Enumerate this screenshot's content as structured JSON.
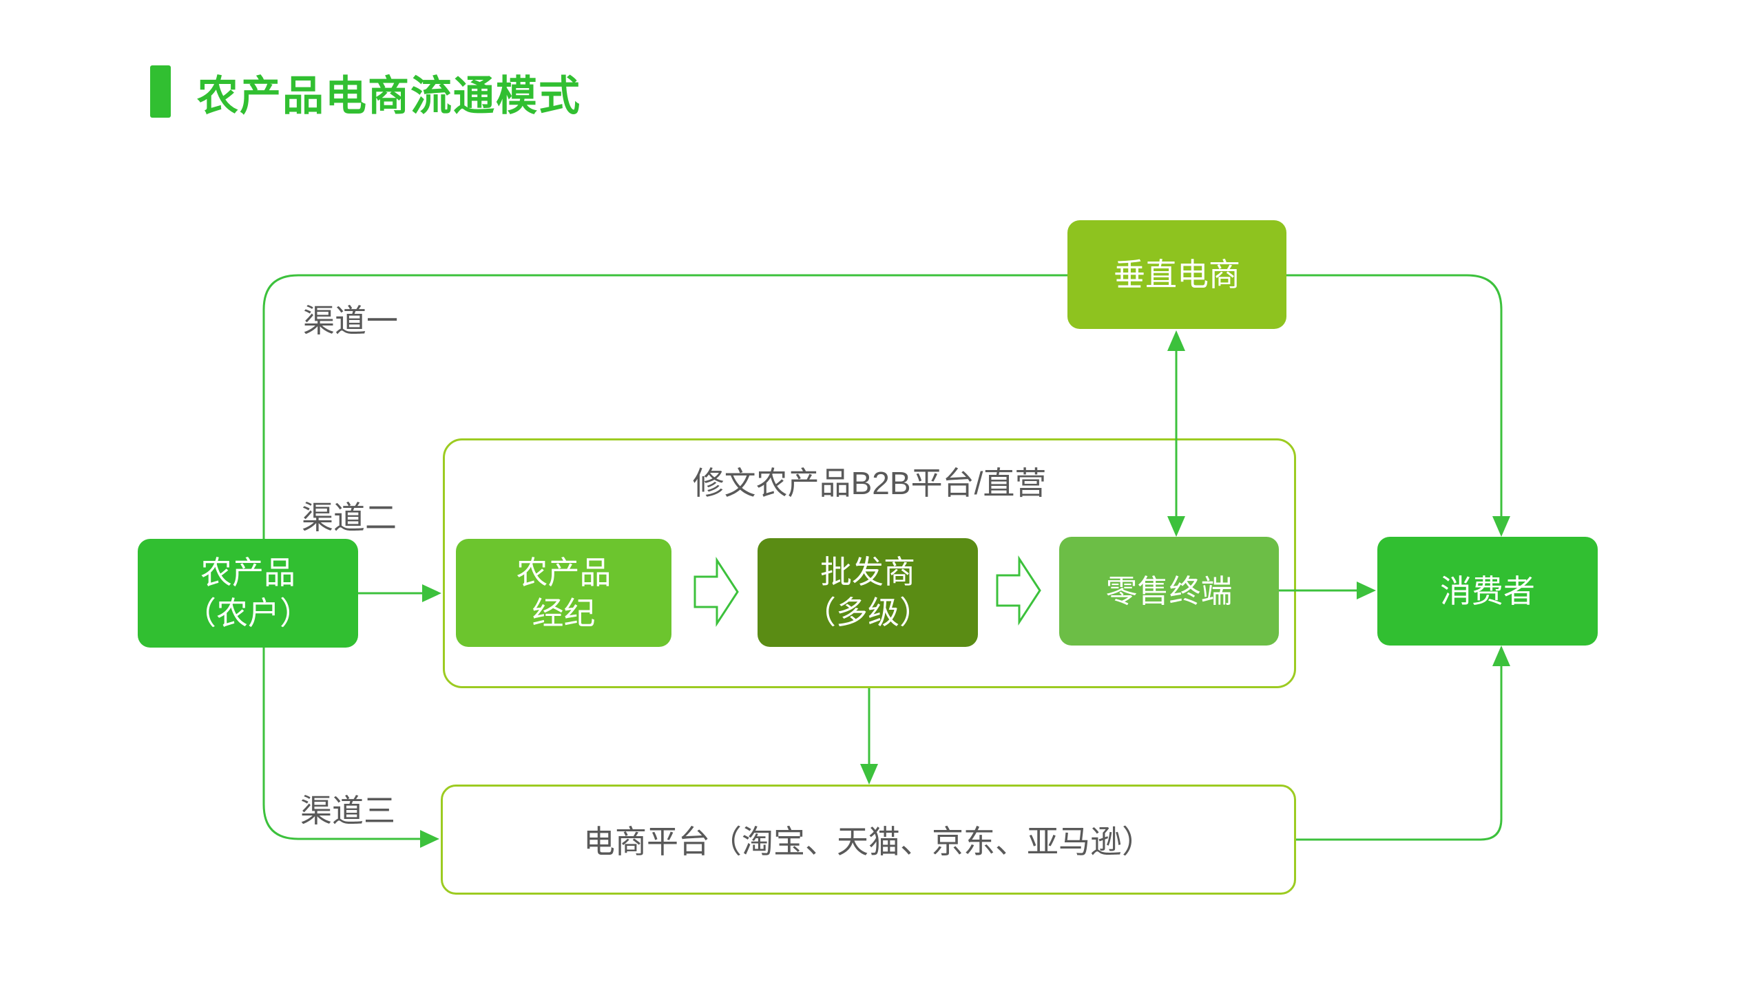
{
  "title": "农产品电商流通模式",
  "channels": {
    "one": "渠道一",
    "two": "渠道二",
    "three": "渠道三"
  },
  "nodes": {
    "farm": "农产品\n（农户）",
    "vertical_ecommerce": "垂直电商",
    "b2b_container_title": "修文农产品B2B平台/直营",
    "broker": "农产品\n经纪",
    "wholesaler": "批发商\n（多级）",
    "retail": "零售终端",
    "consumer": "消费者",
    "platform": "电商平台（淘宝、天猫、京东、亚马逊）"
  },
  "edges": [
    {
      "from": "农产品（农户）",
      "to": "垂直电商",
      "channel": "渠道一"
    },
    {
      "from": "垂直电商",
      "to": "消费者",
      "channel": "渠道一"
    },
    {
      "from": "农产品（农户）",
      "to": "修文农产品B2B平台/直营",
      "channel": "渠道二"
    },
    {
      "from": "农产品经纪",
      "to": "批发商（多级）"
    },
    {
      "from": "批发商（多级）",
      "to": "零售终端"
    },
    {
      "from": "零售终端",
      "to": "消费者",
      "channel": "渠道二"
    },
    {
      "from": "垂直电商",
      "to": "零售终端",
      "bidirectional": true
    },
    {
      "from": "修文农产品B2B平台/直营",
      "to": "电商平台（淘宝、天猫、京东、亚马逊）"
    },
    {
      "from": "农产品（农户）",
      "to": "电商平台（淘宝、天猫、京东、亚马逊）",
      "channel": "渠道三"
    },
    {
      "from": "电商平台（淘宝、天猫、京东、亚马逊）",
      "to": "消费者",
      "channel": "渠道三"
    }
  ],
  "colors": {
    "accent_green": "#31BF31",
    "yellow_green": "#8EC31F",
    "light_green": "#6CC52E",
    "olive_green": "#5A8C14",
    "medium_green": "#6CBE46",
    "container_border": "#9CCB21",
    "connector_green": "#3CC13C",
    "text_gray": "#595959"
  }
}
